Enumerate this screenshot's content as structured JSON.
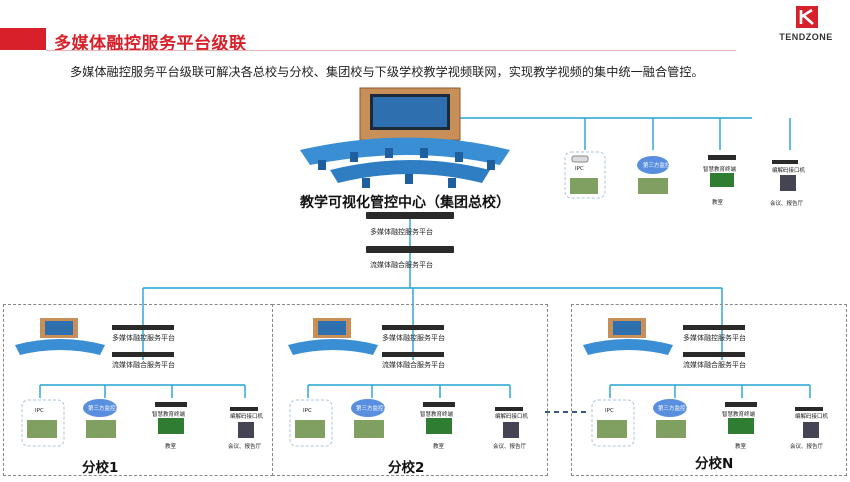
{
  "header": {
    "title": "多媒体融控服务平台级联",
    "description": "多媒体融控服务平台级联可解决各总校与分校、集团校与下级学校教学视频联网，实现教学视频的集中统一融合管控。",
    "logo_text": "TENDZONE",
    "accent_color": "#d7202a"
  },
  "hq": {
    "name": "教学可视化管控中心（集团总校）",
    "server1": "多媒体融控服务平台",
    "server2": "流媒体融合服务平台",
    "devices": {
      "ipc": "IPC",
      "third_party": "第三方监控系统",
      "smart_terminal": "智慧教育终端",
      "encoder": "编解码接口机",
      "classroom": "教室",
      "meeting": "会议、报告厅"
    }
  },
  "branches": [
    {
      "name": "分校1",
      "server1": "多媒体融控服务平台",
      "server2": "流媒体融合服务平台",
      "ipc": "IPC",
      "third_party": "第三方监控系统",
      "smart_terminal": "智慧教育终端",
      "encoder": "编解码接口机",
      "classroom": "教室",
      "meeting": "会议、报告厅"
    },
    {
      "name": "分校2",
      "server1": "多媒体融控服务平台",
      "server2": "流媒体融合服务平台",
      "ipc": "IPC",
      "third_party": "第三方监控系统",
      "smart_terminal": "智慧教育终端",
      "encoder": "编解码接口机",
      "classroom": "教室",
      "meeting": "会议、报告厅"
    },
    {
      "name": "分校N",
      "server1": "多媒体融控服务平台",
      "server2": "流媒体融合服务平台",
      "ipc": "IPC",
      "third_party": "第三方监控系统",
      "smart_terminal": "智慧教育终端",
      "encoder": "编解码接口机",
      "classroom": "教室",
      "meeting": "会议、报告厅"
    }
  ],
  "colors": {
    "link": "#23a3d4",
    "server": "#2a2a2a",
    "seat": "#3a8fd4",
    "dashed_border": "#888888"
  }
}
